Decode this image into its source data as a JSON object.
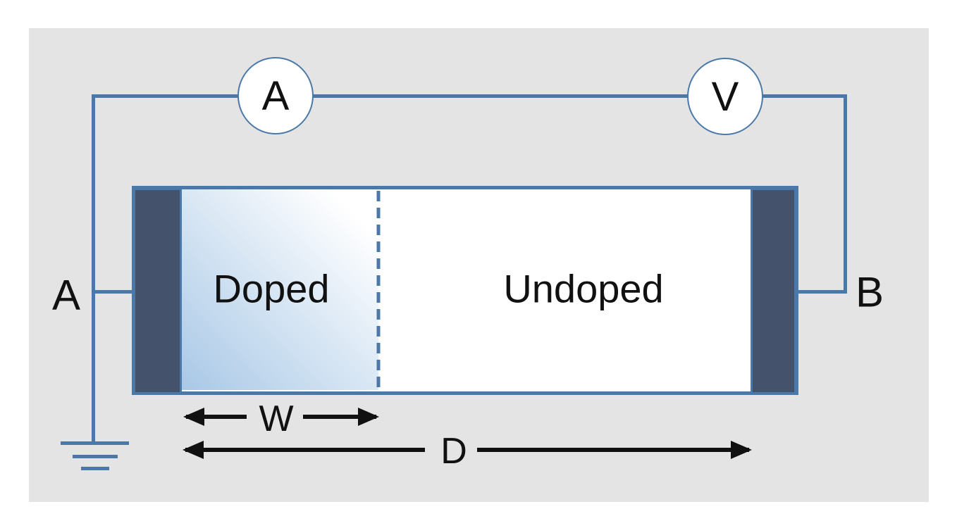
{
  "meters": {
    "ammeter_label": "A",
    "voltmeter_label": "V"
  },
  "terminals": {
    "left_label": "A",
    "right_label": "B"
  },
  "regions": {
    "doped_label": "Doped",
    "undoped_label": "Undoped"
  },
  "dimensions": {
    "doped_width_label": "W",
    "total_length_label": "D"
  },
  "colors": {
    "background": "#e4e4e5",
    "wire": "#4a79a9",
    "electrode": "#44536b",
    "doped_gradient_start": "#a8c8e6",
    "doped_gradient_end": "#ffffff",
    "ink": "#111111",
    "page": "#ffffff"
  }
}
